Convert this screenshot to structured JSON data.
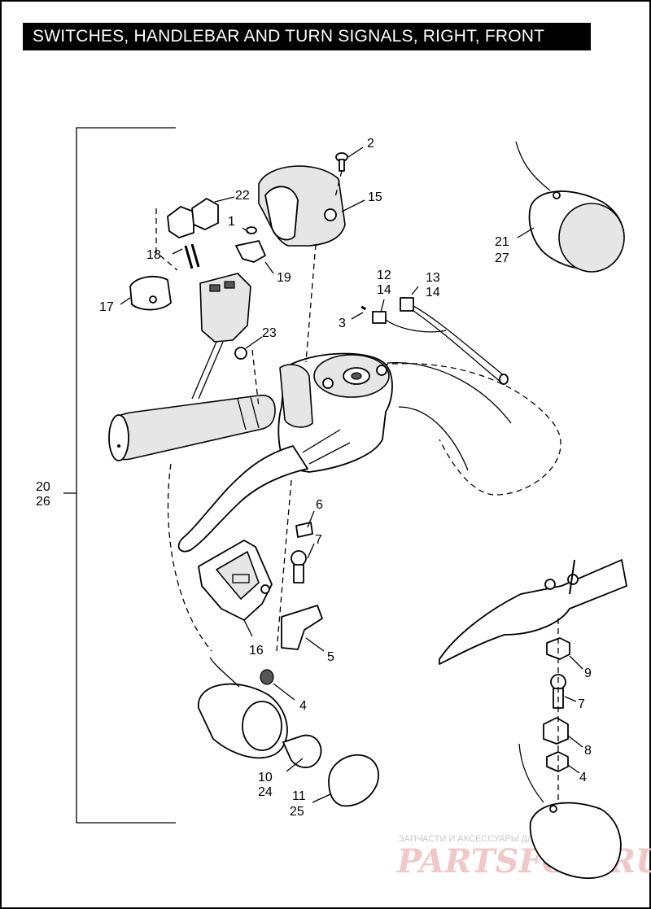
{
  "title": "SWITCHES, HANDLEBAR AND TURN SIGNALS, RIGHT, FRONT",
  "callouts": {
    "c1": "1",
    "c2": "2",
    "c3": "3",
    "c4a": "4",
    "c4b": "4",
    "c5": "5",
    "c6": "6",
    "c7a": "7",
    "c7b": "7",
    "c8": "8",
    "c9": "9",
    "c10": "10",
    "c11": "11",
    "c12": "12",
    "c13": "13",
    "c14a": "14",
    "c14b": "14",
    "c15": "15",
    "c16": "16",
    "c17": "17",
    "c18": "18",
    "c19": "19",
    "c20": "20",
    "c21": "21",
    "c22": "22",
    "c23": "23",
    "c24": "24",
    "c25": "25",
    "c26": "26",
    "c27": "27"
  },
  "watermark": {
    "tagline": "ЗАПЧАСТИ И АКСЕССУАРЫ ДЛЯ МОТОТЕХНИКИ",
    "logo": "PARTSFOR.RU"
  }
}
